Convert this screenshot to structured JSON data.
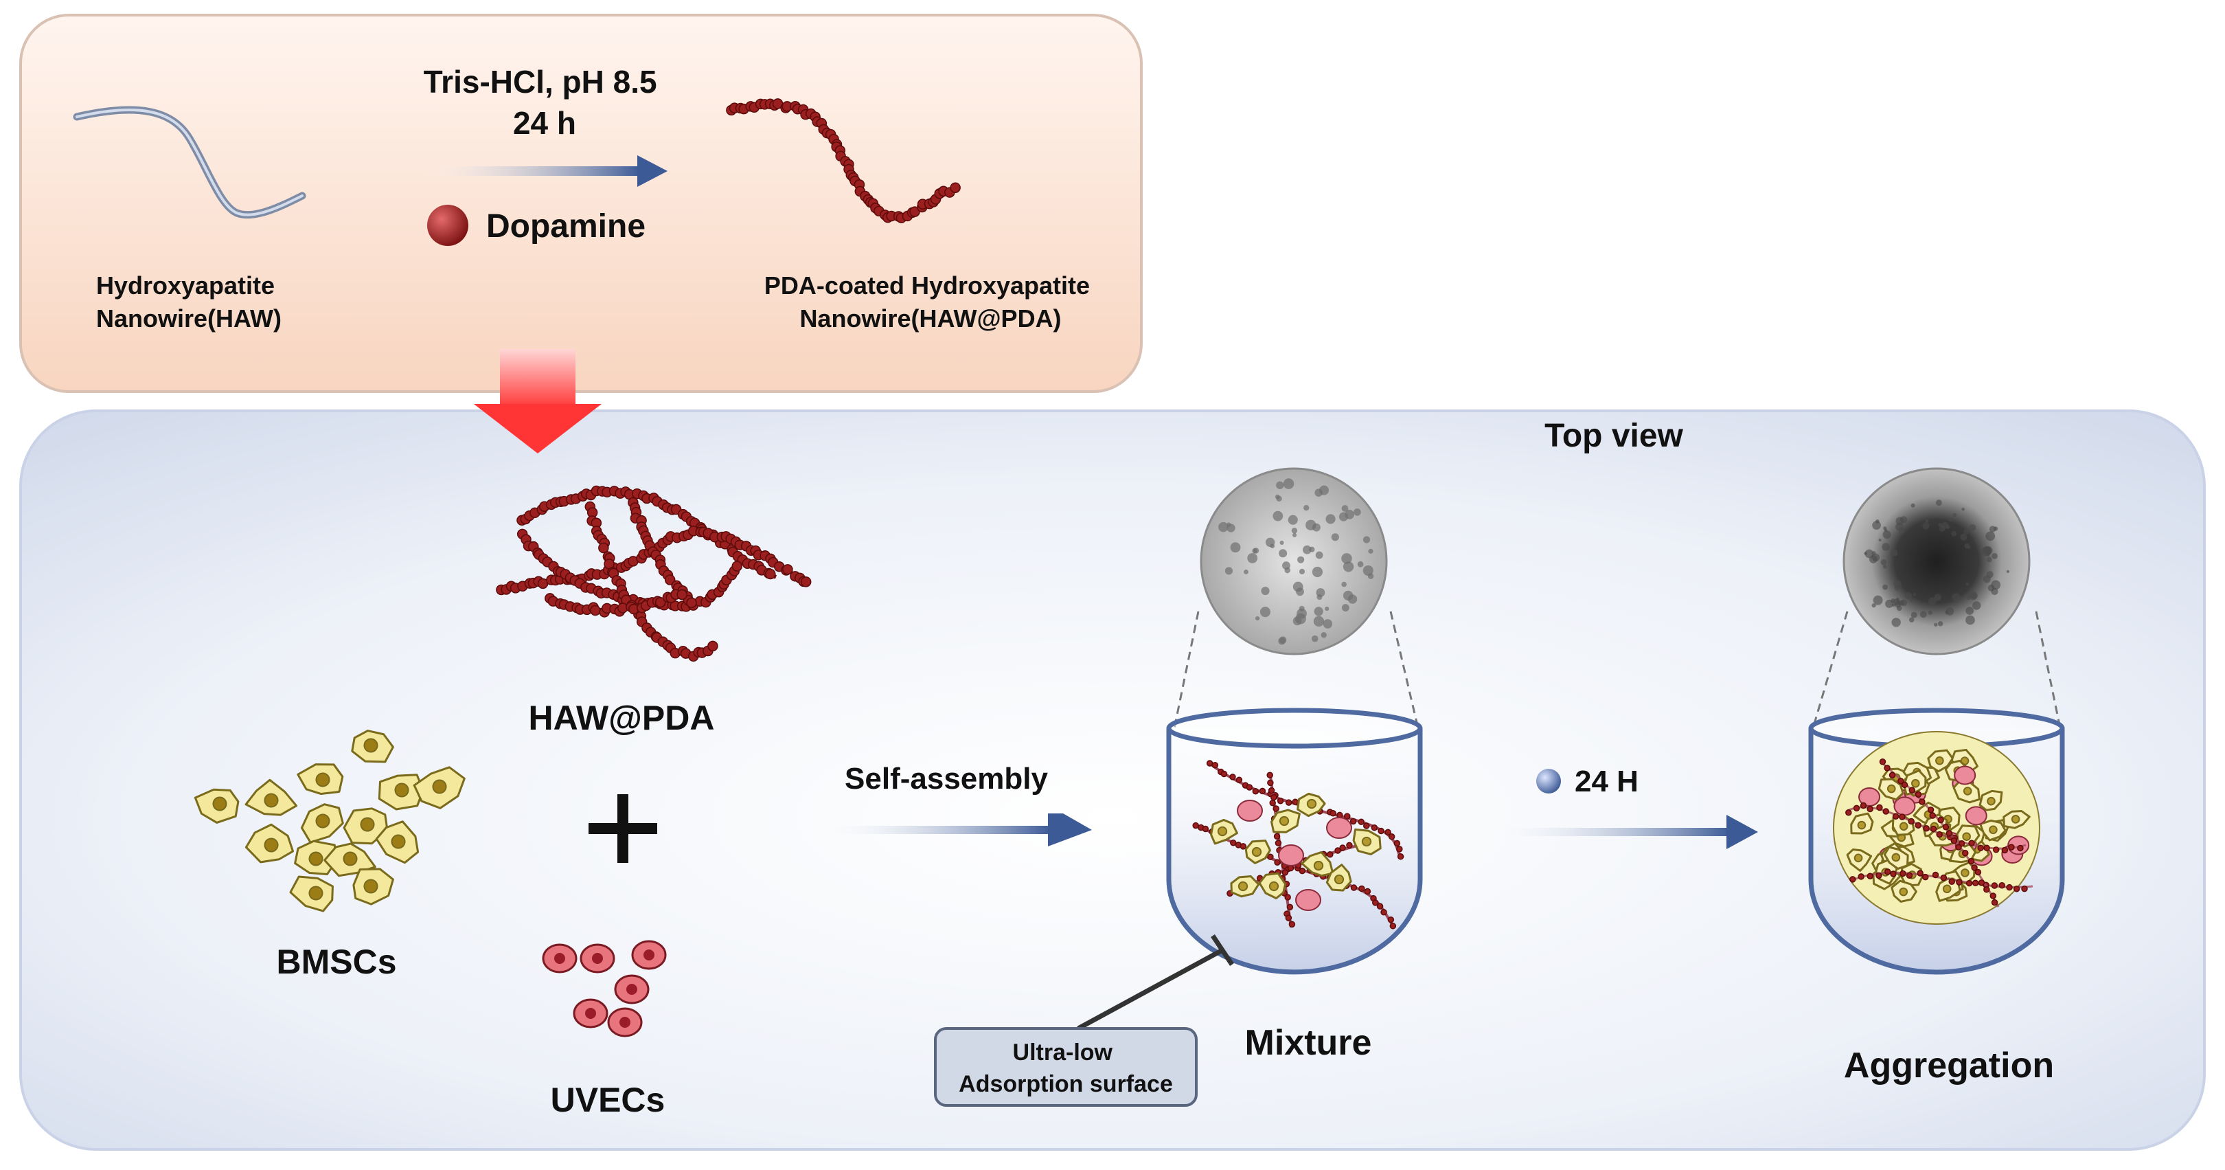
{
  "top_panel": {
    "haw_label": [
      "Hydroxyapatite",
      "Nanowire(HAW)"
    ],
    "conditions": [
      "Tris-HCl, pH 8.5",
      "24 h"
    ],
    "reagent": "Dopamine",
    "product_label": [
      "PDA-coated Hydroxyapatite",
      "Nanowire(HAW@PDA)"
    ]
  },
  "bottom_panel": {
    "top_view": "Top view",
    "haw_pda": "HAW@PDA",
    "bmscs": "BMSCs",
    "uvecs": "UVECs",
    "self_assembly": "Self-assembly",
    "mixture": "Mixture",
    "time": "24 H",
    "aggregation": "Aggregation",
    "surface_note": [
      "Ultra-low",
      "Adsorption surface"
    ]
  },
  "colors": {
    "top_panel": "#fbe3d6",
    "bottom_panel": "#dfe6f2",
    "arrow": "#3c5a96",
    "big_arrow": "#ff3b3b",
    "pda_bead": "#a52a2a",
    "bmsc": "#f1e69a",
    "uvec": "#e4707c"
  }
}
